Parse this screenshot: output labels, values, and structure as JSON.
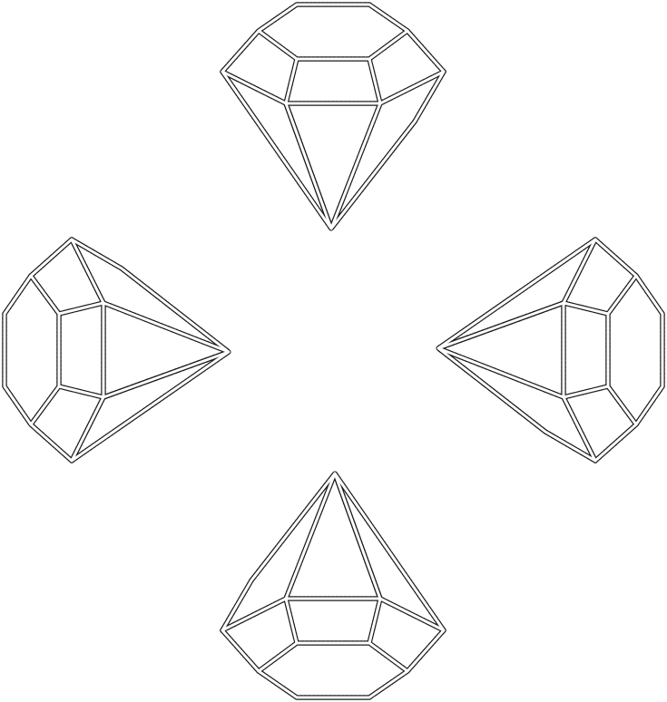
{
  "gems": [
    {
      "id": "top",
      "orientation": "point-down"
    },
    {
      "id": "left",
      "orientation": "point-right"
    },
    {
      "id": "right",
      "orientation": "point-left"
    },
    {
      "id": "bottom",
      "orientation": "point-up"
    }
  ],
  "colors": {
    "background": "#ffffff",
    "outline": "#1a1a1a",
    "fill": "#ffffff"
  },
  "icon_names": [
    "diamond-icon"
  ]
}
